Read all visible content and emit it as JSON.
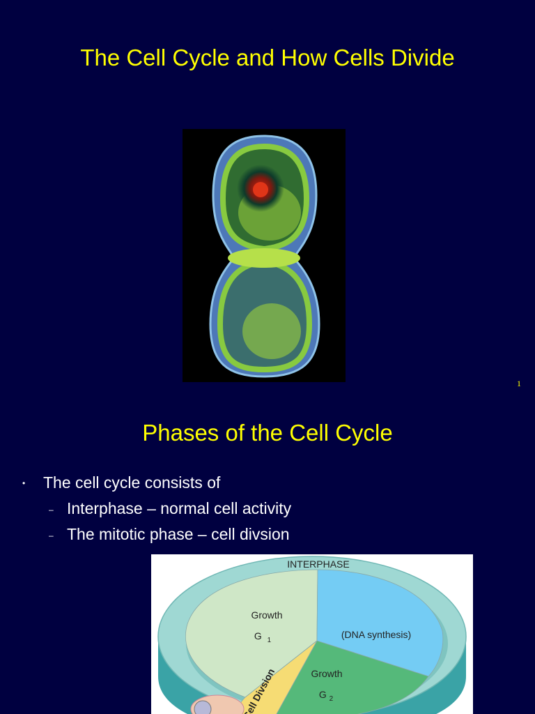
{
  "slide1": {
    "title": "The Cell Cycle and How Cells Divide",
    "image_alt": "fluorescent micrograph of a dividing cell",
    "page_number": "1"
  },
  "slide2": {
    "title": "Phases of the Cell Cycle",
    "bullet_marker": "•",
    "sub_marker": "–",
    "bullet": "The cell cycle consists of",
    "sub_bullets": [
      "Interphase – normal cell activity",
      "The mitotic phase – cell divsion"
    ],
    "diagram": {
      "interphase_label": "INTERPHASE",
      "g1_growth": "Growth",
      "g1_label": "G",
      "g1_sub": "1",
      "s_label": "(DNA synthesis)",
      "g2_growth": "Growth",
      "g2_label": "G",
      "g2_sub": "2",
      "division_label": "Cell Divsion"
    }
  },
  "colors": {
    "background": "#000040",
    "title": "#ffff00",
    "text": "#ffffff",
    "ring": "#9fd8d3",
    "ring_side": "#3aa3a6",
    "g1": "#cfe7c7",
    "s_phase": "#74ccf4",
    "g2": "#55b97a",
    "division": "#f6dc74"
  }
}
